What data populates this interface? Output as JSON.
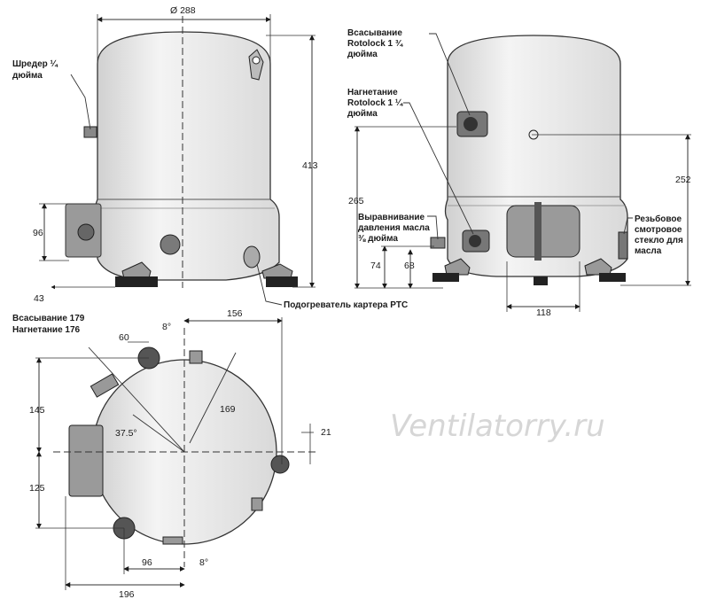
{
  "dimensions": {
    "top_width": "Ø 288",
    "height_total": "413",
    "left_96": "96",
    "left_43": "43",
    "right_265": "265",
    "right_252": "252",
    "right_74": "74",
    "right_68": "68",
    "right_118": "118",
    "plan_156": "156",
    "plan_60": "60",
    "plan_8_top": "8°",
    "plan_169": "169",
    "plan_145": "145",
    "plan_125": "125",
    "plan_37": "37.5°",
    "plan_21": "21",
    "plan_96": "96",
    "plan_196": "196",
    "plan_8_bottom": "8°"
  },
  "labels": {
    "shreder_1": "Шредер ¼",
    "shreder_2": "дюйма",
    "heater": "Подогреватель картера PTC",
    "suction_1": "Всасывание",
    "suction_2": "Rotolock 1 ¾",
    "suction_3": "дюйма",
    "discharge_1": "Нагнетание",
    "discharge_2": "Rotolock 1 ¼",
    "discharge_3": "дюйма",
    "oil_eq_1": "Выравнивание",
    "oil_eq_2": "давления масла",
    "oil_eq_3": "⅜ дюйма",
    "sight_1": "Резьбовое",
    "sight_2": "смотровое",
    "sight_3": "стекло для",
    "sight_4": "масла",
    "plan_suction": "Всасывание 179",
    "plan_discharge": "Нагнетание 176"
  },
  "watermark": "Ventilatorry.ru"
}
